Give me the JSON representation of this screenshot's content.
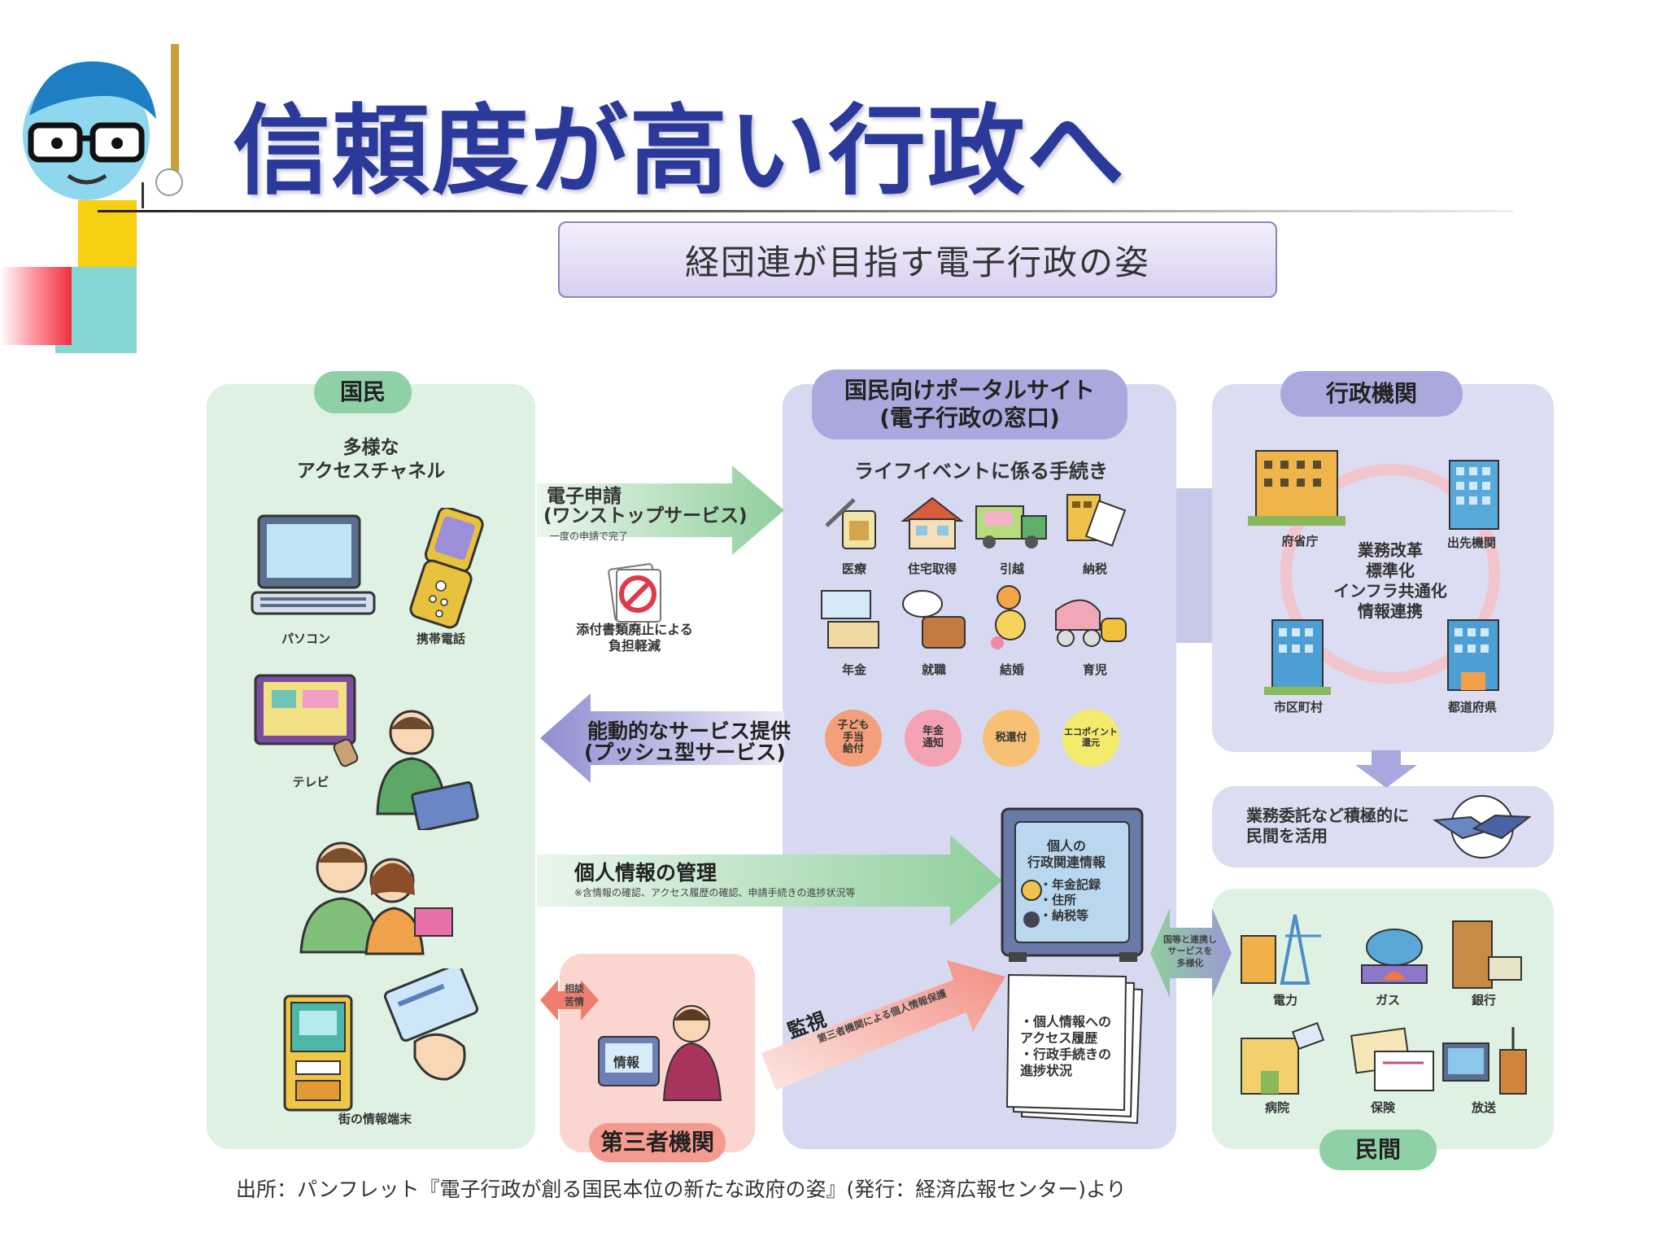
{
  "title": "信頼度が高い行政へ",
  "subtitle": "経団連が目指す電子行政の姿",
  "kokumin": {
    "header": "国民",
    "access_title": "多様な\nアクセスチャネル",
    "items": [
      "パソコン",
      "携帯電話",
      "テレビ",
      "街の情報端末"
    ]
  },
  "portal": {
    "header_line1": "国民向けポータルサイト",
    "header_line2": "(電子行政の窓口)",
    "life_title": "ライフイベントに係る手続き",
    "life_events": [
      "医療",
      "住宅取得",
      "引越",
      "納税",
      "年金",
      "就職",
      "結婚",
      "育児"
    ],
    "push_badges": [
      "子ども\n手当\n給付",
      "年金\n通知",
      "税還付",
      "エコポイント\n還元"
    ]
  },
  "arrows": {
    "denshi_title": "電子申請",
    "denshi_sub": "(ワンストップサービス)",
    "denshi_note": "一度の申請で完了",
    "attach_note": "添付書類廃止による\n負担軽減",
    "push_title": "能動的なサービス提供",
    "push_sub": "(プッシュ型サービス)",
    "personal_title": "個人情報の管理",
    "personal_note": "※含情報の確認、アクセス履歴の確認、申請手続きの進捗状況等",
    "monitor_title": "監視",
    "monitor_note": "第三者機関による個人情報保護",
    "complaint": "相談\n苦情",
    "cooperation": "国等と連携し\nサービスを\n多様化"
  },
  "safe": {
    "title": "個人の\n行政関連情報",
    "items": "・年金記録\n・住所\n・納税等"
  },
  "doc": {
    "text": "・個人情報への\n  アクセス履歴\n・行政手続きの\n  進捗状況"
  },
  "gyosei": {
    "header": "行政機関",
    "center": "業務改革\n標準化\nインフラ共通化\n情報連携",
    "items": [
      "府省庁",
      "出先機関",
      "市区町村",
      "都道府県"
    ]
  },
  "itaku": {
    "text": "業務委託など積極的に\n民間を活用"
  },
  "minkan": {
    "header": "民間",
    "items": [
      "電力",
      "ガス",
      "銀行",
      "病院",
      "保険",
      "放送"
    ]
  },
  "daisan": {
    "header": "第三者機関",
    "sign": "情報"
  },
  "source": "出所：パンフレット『電子行政が創る国民本位の新たな政府の姿』(発行：経済広報センター)より",
  "colors": {
    "title": "#2b3a9a",
    "green_panel": "#dff1e3",
    "purple_panel": "#d7d9f0",
    "red_panel": "#fbd5cf",
    "green_arrow": "#8fcf9c",
    "purple_arrow": "#9c9ad6",
    "red_arrow": "#f6a79d"
  }
}
